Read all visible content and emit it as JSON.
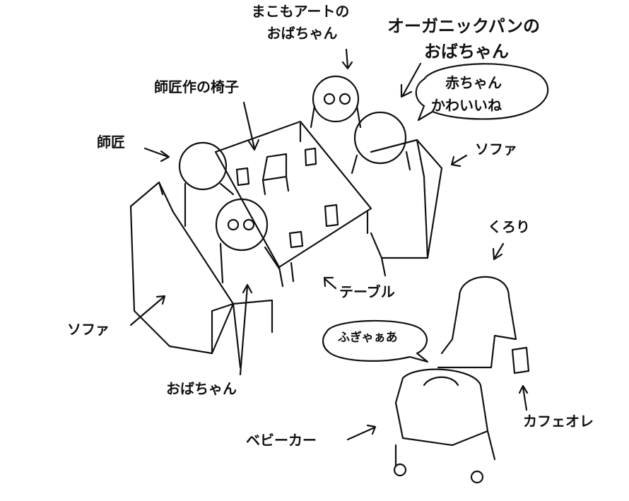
{
  "labels": {
    "makomo_art_1": "まこもアートの",
    "makomo_art_2": "おばちゃん",
    "organic_bread_1": "オーガニックパンの",
    "organic_bread_2": "おばちゃん",
    "baby_cute_1": "赤ちゃん",
    "baby_cute_2": "かわいいね",
    "master_chair": "師匠作の椅子",
    "master": "師匠",
    "sofa_right": "ソファ",
    "kurori": "くろり",
    "table": "テーブル",
    "sofa_left": "ソファ",
    "baby_cry": "ふぎゃぁあ",
    "obachan": "おばちゃん",
    "cafe_au_lait": "カフェオレ",
    "stroller": "ベビーカー"
  },
  "colors": {
    "ink": "#111111",
    "paper": "#ffffff"
  }
}
